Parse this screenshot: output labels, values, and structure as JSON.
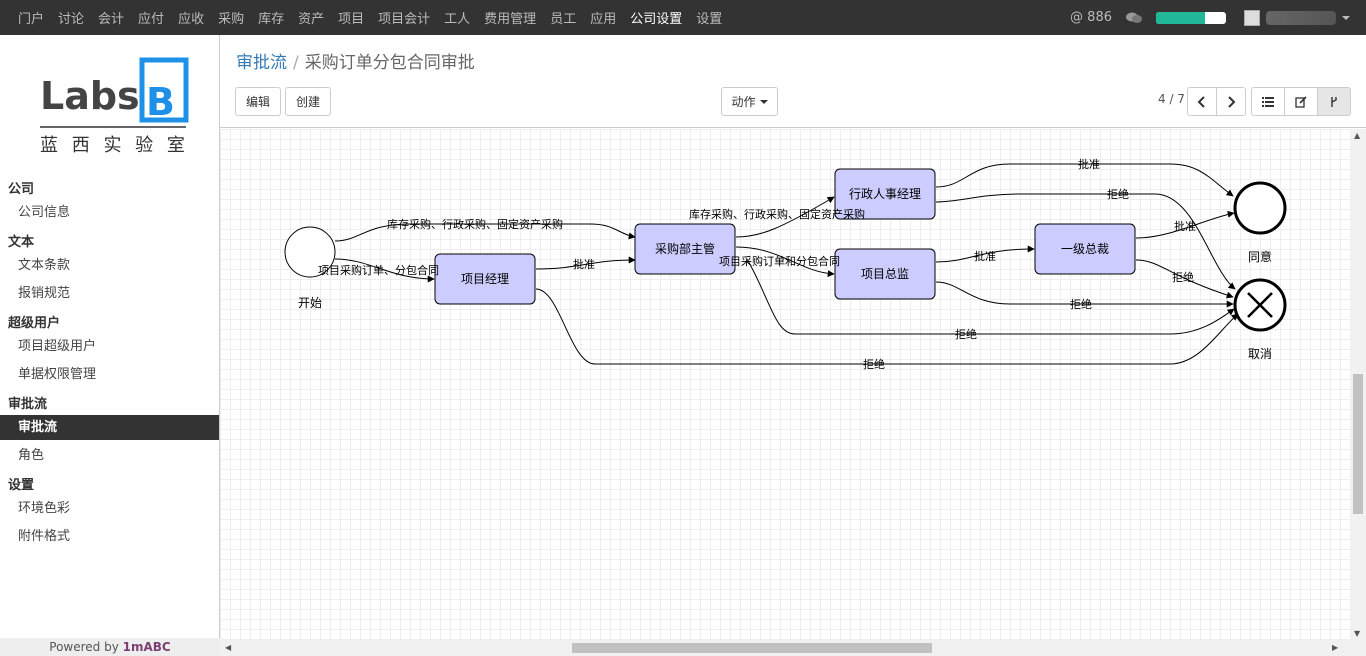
{
  "topmenu": [
    "门户",
    "讨论",
    "会计",
    "应付",
    "应收",
    "采购",
    "库存",
    "资产",
    "项目",
    "项目会计",
    "工人",
    "费用管理",
    "员工",
    "应用",
    "公司设置",
    "设置"
  ],
  "topmenu_active": "公司设置",
  "topright": {
    "mentions": "@ 886",
    "progress_percent": 70
  },
  "logo": {
    "word": "Labs",
    "letter": "B",
    "subtitle": "蓝 西 实 验 室"
  },
  "sidebar": {
    "groups": [
      {
        "title": "公司",
        "items": [
          "公司信息"
        ]
      },
      {
        "title": "文本",
        "items": [
          "文本条款",
          "报销规范"
        ]
      },
      {
        "title": "超级用户",
        "items": [
          "项目超级用户",
          "单据权限管理"
        ]
      },
      {
        "title": "审批流",
        "items": [
          "审批流",
          "角色"
        ]
      },
      {
        "title": "设置",
        "items": [
          "环境色彩",
          "附件格式"
        ]
      }
    ],
    "active": "审批流",
    "powered_prefix": "Powered by ",
    "powered_brand": "1mABC"
  },
  "breadcrumb": {
    "link": "审批流",
    "sep": "/",
    "current": "采购订单分包合同审批"
  },
  "buttons": {
    "edit": "编辑",
    "create": "创建",
    "action": "动作"
  },
  "pager": {
    "text": "4 / 7"
  },
  "workflow": {
    "nodes": {
      "start": "开始",
      "pm": "项目经理",
      "purchase": "采购部主管",
      "admin": "行政人事经理",
      "director": "项目总监",
      "gm": "一级总裁",
      "agree": "同意",
      "cancel": "取消"
    },
    "edges": {
      "e1": "库存采购、行政采购、固定资产采购",
      "e2": "项目采购订单、分包合同",
      "e3": "批准",
      "e4": "库存采购、行政采购、固定资产采购",
      "e5": "项目采购订单和分包合同",
      "e6": "批准",
      "e7": "拒绝",
      "e8": "批准",
      "e9": "批准",
      "e10": "拒绝",
      "e11": "拒绝",
      "e12": "拒绝",
      "e13": "拒绝"
    }
  }
}
